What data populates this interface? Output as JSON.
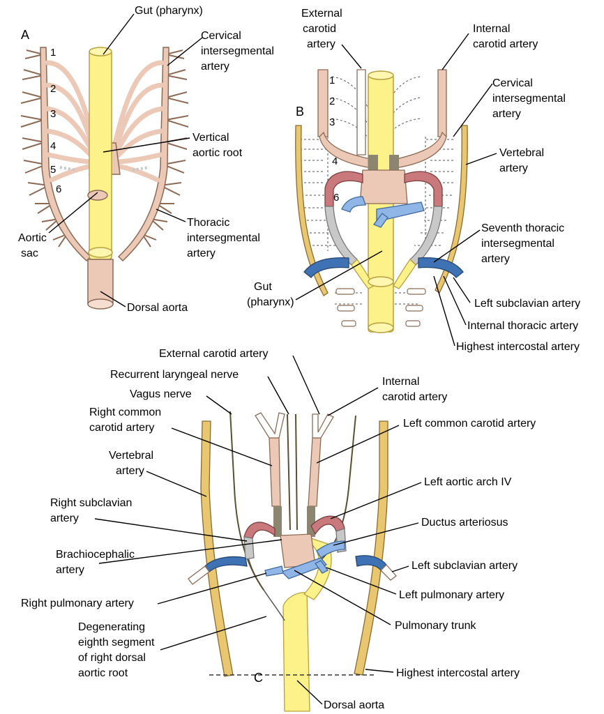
{
  "panels": {
    "a": "A",
    "b": "B",
    "c": "C"
  },
  "arch_numbers": {
    "a": [
      "1",
      "2",
      "3",
      "4",
      "5",
      "6"
    ],
    "b": [
      "1",
      "2",
      "3",
      "4",
      "6"
    ]
  },
  "labels_a": {
    "gut": "Gut (pharynx)",
    "cervical_1": "Cervical",
    "cervical_2": "intersegmental",
    "cervical_3": "artery",
    "vertical_1": "Vertical",
    "vertical_2": "aortic root",
    "aortic_sac_1": "Aortic",
    "aortic_sac_2": "sac",
    "thoracic_1": "Thoracic",
    "thoracic_2": "intersegmental",
    "thoracic_3": "artery",
    "dorsal_aorta": "Dorsal aorta"
  },
  "labels_b": {
    "ext_carotid_1": "External",
    "ext_carotid_2": "carotid",
    "ext_carotid_3": "artery",
    "int_carotid_1": "Internal",
    "int_carotid_2": "carotid artery",
    "cervical_1": "Cervical",
    "cervical_2": "intersegmental",
    "cervical_3": "artery",
    "vertebral_1": "Vertebral",
    "vertebral_2": "artery",
    "seventh_1": "Seventh thoracic",
    "seventh_2": "intersegmental",
    "seventh_3": "artery",
    "gut_1": "Gut",
    "gut_2": "(pharynx)",
    "left_subclavian": "Left subclavian artery",
    "internal_thoracic": "Internal thoracic artery",
    "highest_intercostal": "Highest intercostal artery"
  },
  "labels_c": {
    "external_carotid": "External carotid artery",
    "recurrent_laryngeal": "Recurrent laryngeal nerve",
    "vagus": "Vagus nerve",
    "int_carotid_1": "Internal",
    "int_carotid_2": "carotid artery",
    "right_common_1": "Right common",
    "right_common_2": "carotid artery",
    "left_common": "Left common carotid artery",
    "vertebral_1": "Vertebral",
    "vertebral_2": "artery",
    "left_arch": "Left aortic arch IV",
    "right_subclavian_1": "Right subclavian",
    "right_subclavian_2": "artery",
    "ductus": "Ductus arteriosus",
    "brachio_1": "Brachiocephalic",
    "brachio_2": "artery",
    "left_subclavian": "Left subclavian artery",
    "right_pulmonary": "Right pulmonary artery",
    "left_pulmonary": "Left pulmonary artery",
    "degen_1": "Degenerating",
    "degen_2": "eighth segment",
    "degen_3": "of right dorsal",
    "degen_4": "aortic root",
    "pulmonary_trunk": "Pulmonary trunk",
    "highest_intercostal": "Highest intercostal artery",
    "dorsal_aorta": "Dorsal aorta"
  },
  "colors": {
    "artery_pink": "#ecc9b6",
    "artery_outline": "#8a6a55",
    "gut_yellow": "#fdf28a",
    "gut_outline": "#b8a040",
    "arch_red": "#c9787c",
    "pulmonary_blue": "#8fb6e6",
    "subclavian_blue": "#3f72b5",
    "degenerate_gray": "#c8c8c8",
    "dark_segment": "#8c8670",
    "vessel_tan": "#e8c770"
  }
}
